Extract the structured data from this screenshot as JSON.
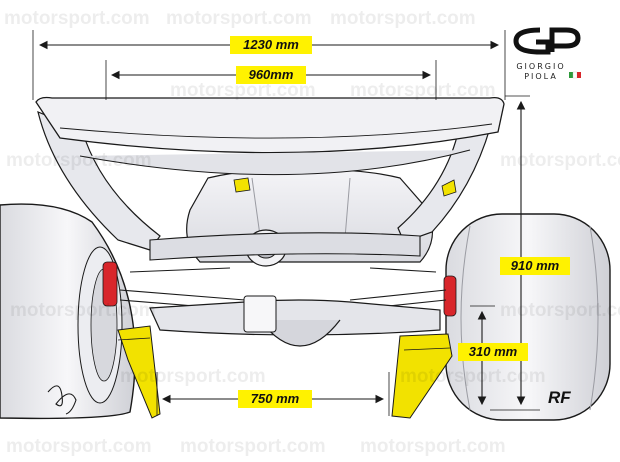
{
  "dimensions": {
    "overall_width": "1230 mm",
    "inner_width": "960mm",
    "height": "910 mm",
    "endplate_height": "310 mm",
    "lower_width": "750 mm"
  },
  "labels": {
    "corner": "RF"
  },
  "logo": {
    "line1": "GIORGIO",
    "line2": "PIOLA"
  },
  "watermark": "motorsport.com",
  "colors": {
    "highlight": "#fff200",
    "yellow_parts": "#f2e200",
    "red_parts": "#d8262b",
    "line": "#1a1a1a",
    "body": "#e9eaee"
  }
}
